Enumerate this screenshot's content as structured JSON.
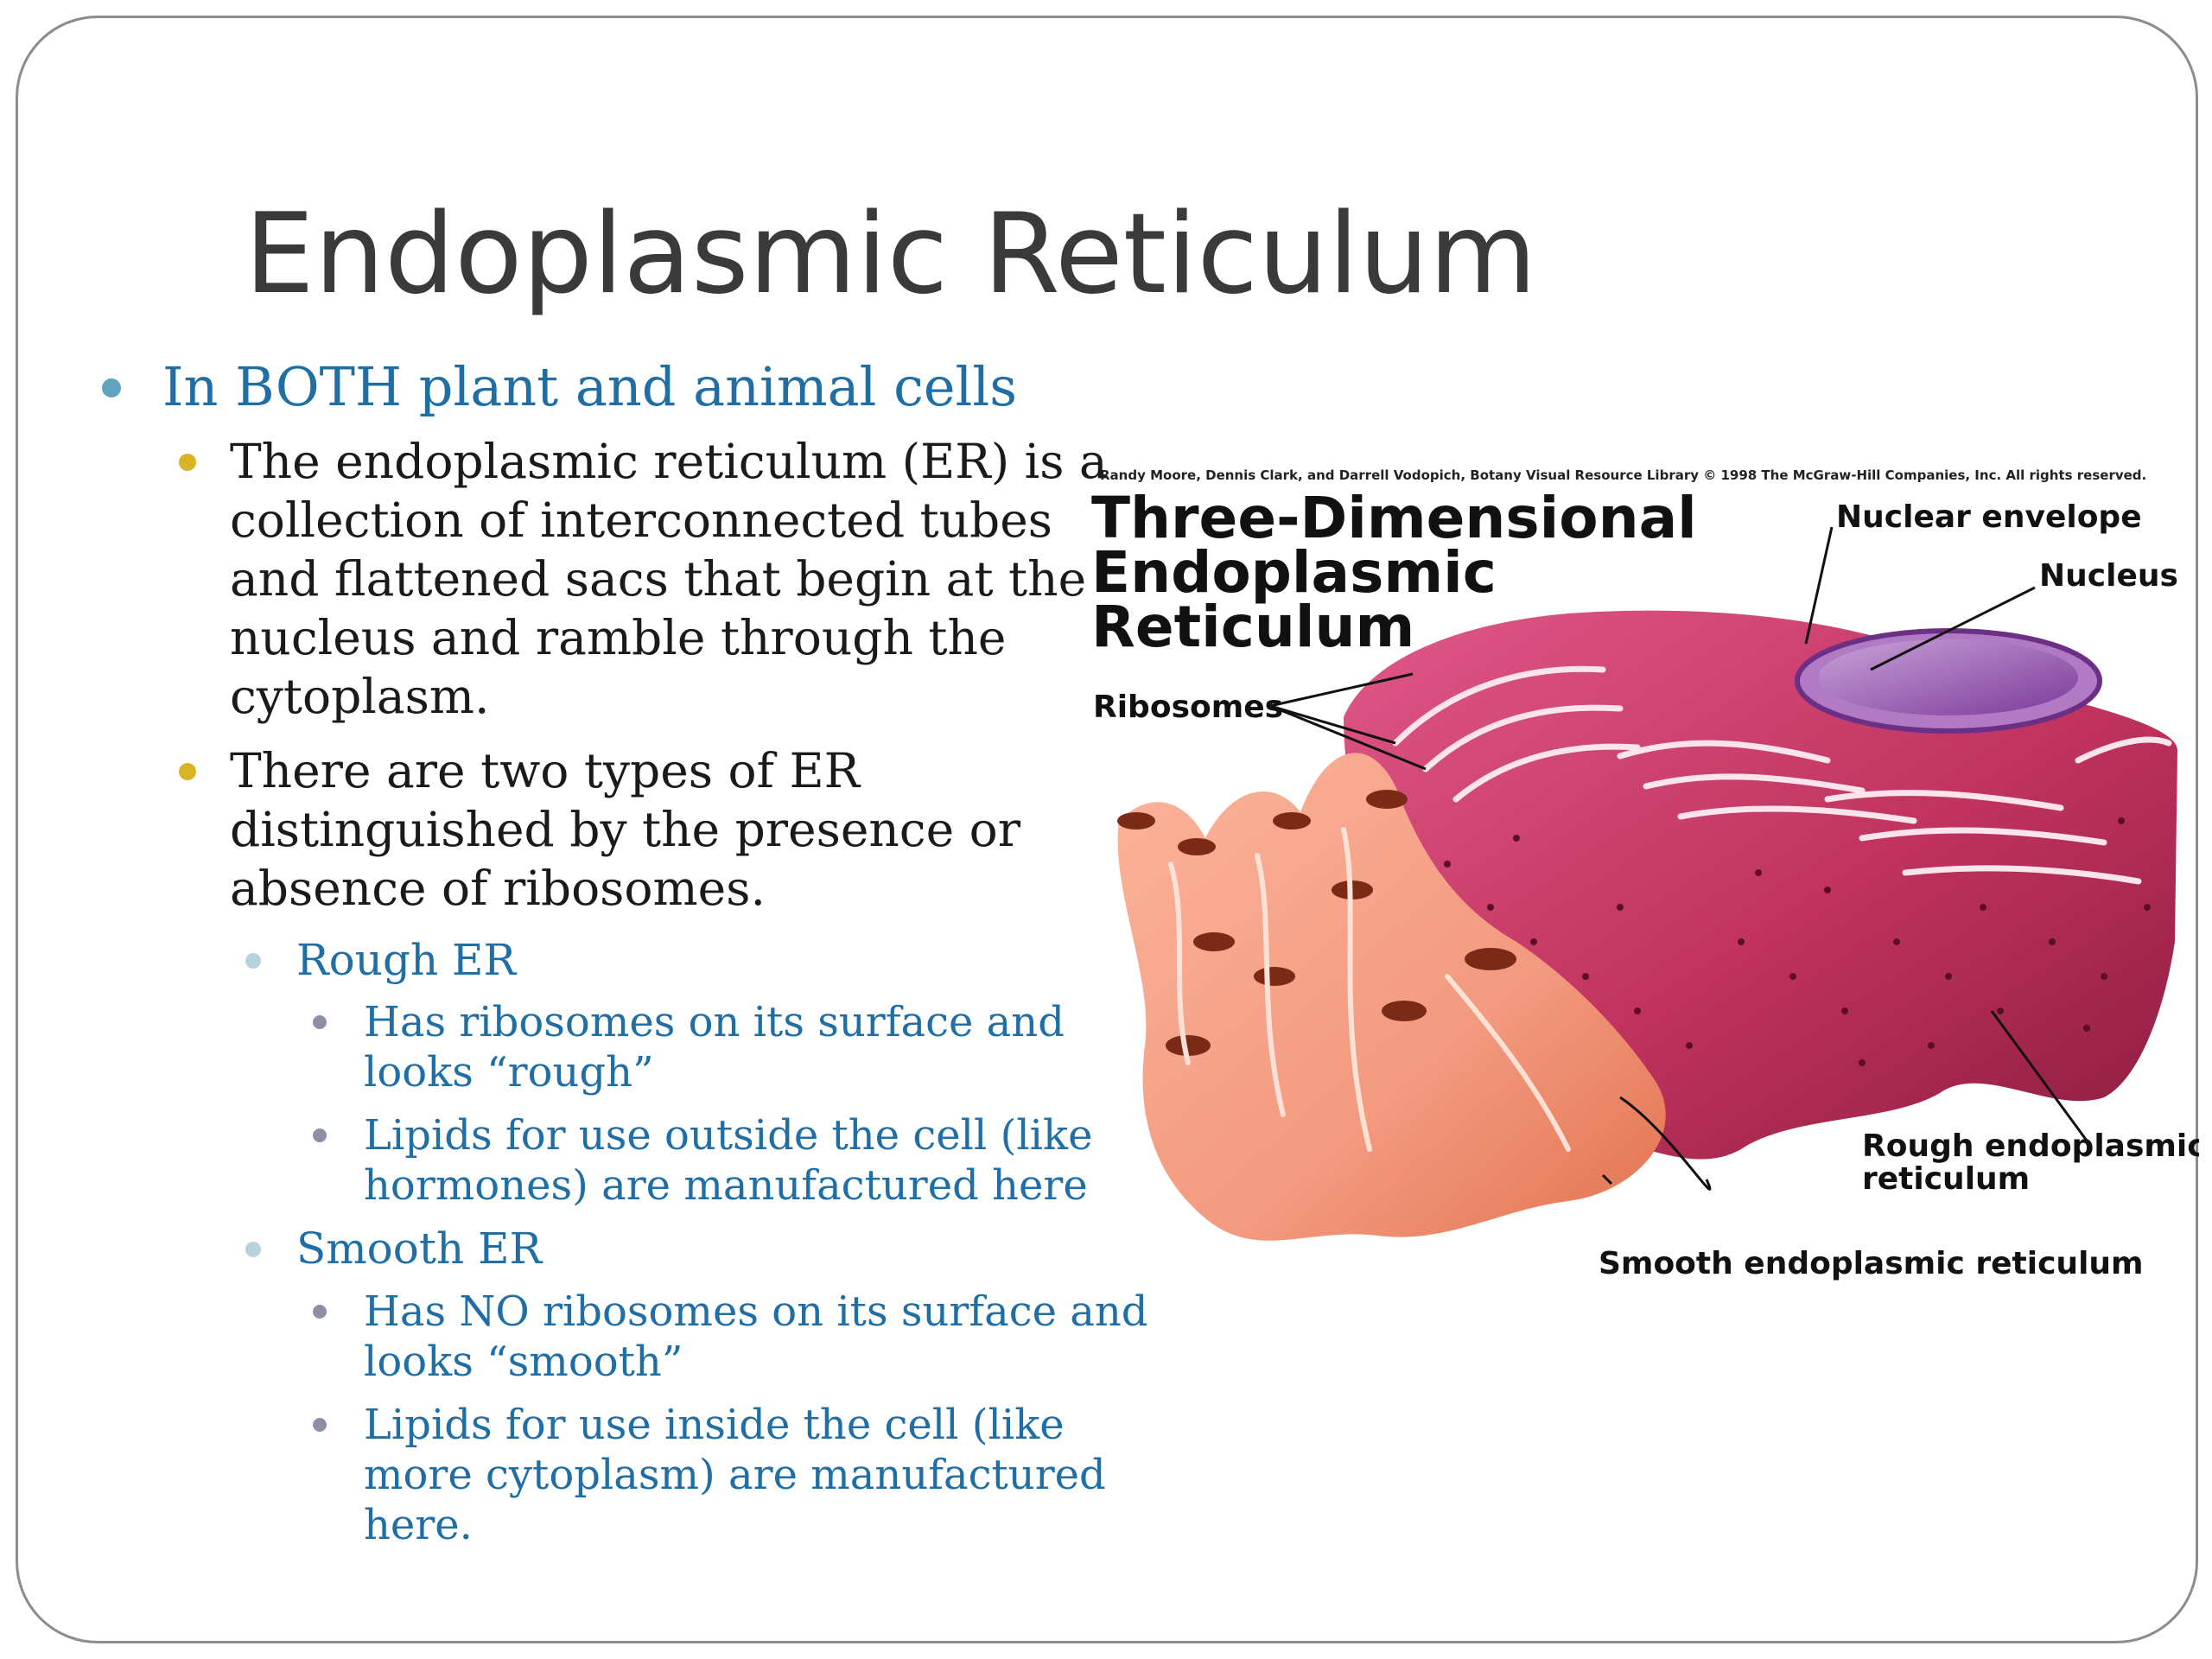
{
  "slide": {
    "title": "Endoplasmic Reticulum",
    "bullets": {
      "level1": "In BOTH plant and animal cells",
      "point1_lines": [
        "The endoplasmic reticulum (ER) is a",
        "collection of interconnected tubes",
        "and flattened sacs that begin at the",
        "nucleus and ramble through the",
        "cytoplasm."
      ],
      "point2_lines": [
        "There are two types of ER",
        "distinguished by the presence or",
        "absence of ribosomes."
      ],
      "rough": {
        "label": "Rough ER",
        "item1_lines": [
          "Has ribosomes on its surface and",
          "looks “rough”"
        ],
        "item2_lines": [
          "Lipids for use outside the cell (like",
          "hormones) are manufactured here"
        ]
      },
      "smooth": {
        "label": "Smooth ER",
        "item1_lines": [
          "Has NO ribosomes on its surface and",
          "looks “smooth”"
        ],
        "item2_lines": [
          "Lipids for use inside the cell (like",
          "more cytoplasm) are manufactured",
          "here."
        ]
      }
    }
  },
  "figure": {
    "credit": "Randy Moore, Dennis Clark, and Darrell Vodopich, Botany Visual Resource Library © 1998 The McGraw-Hill Companies, Inc. All rights reserved.",
    "title_lines": [
      "Three-Dimensional",
      "Endoplasmic",
      "Reticulum"
    ],
    "labels": {
      "ribosomes": "Ribosomes",
      "nuclear_envelope": "Nuclear envelope",
      "nucleus": "Nucleus",
      "rough_er_lines": [
        "Rough endoplasmic",
        "reticulum"
      ],
      "smooth_er": "Smooth endoplasmic reticulum"
    },
    "colors": {
      "rough_er": "#c0335e",
      "smooth_er": "#f39a80",
      "nucleus": "#9b5ab0"
    }
  }
}
